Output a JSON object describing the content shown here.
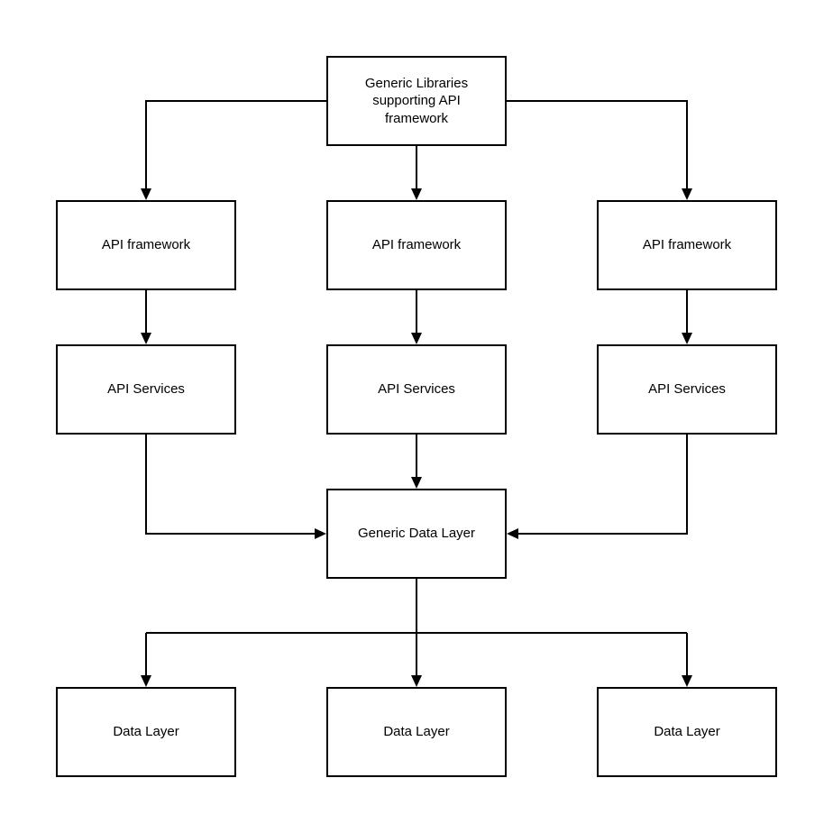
{
  "style": {
    "background": "#ffffff",
    "node_fill": "#ffffff",
    "stroke_color": "#000000",
    "text_color": "#000000"
  },
  "nodes": {
    "generic_libraries": {
      "label": "Generic Libraries supporting API framework"
    },
    "api_framework_left": {
      "label": "API framework"
    },
    "api_framework_center": {
      "label": "API framework"
    },
    "api_framework_right": {
      "label": "API framework"
    },
    "api_services_left": {
      "label": "API Services"
    },
    "api_services_center": {
      "label": "API Services"
    },
    "api_services_right": {
      "label": "API Services"
    },
    "generic_data_layer": {
      "label": "Generic Data Layer"
    },
    "data_layer_left": {
      "label": "Data Layer"
    },
    "data_layer_center": {
      "label": "Data Layer"
    },
    "data_layer_right": {
      "label": "Data Layer"
    }
  },
  "edges": [
    {
      "from": "generic_libraries",
      "to": "api_framework_left"
    },
    {
      "from": "generic_libraries",
      "to": "api_framework_center"
    },
    {
      "from": "generic_libraries",
      "to": "api_framework_right"
    },
    {
      "from": "api_framework_left",
      "to": "api_services_left"
    },
    {
      "from": "api_framework_center",
      "to": "api_services_center"
    },
    {
      "from": "api_framework_right",
      "to": "api_services_right"
    },
    {
      "from": "api_services_left",
      "to": "generic_data_layer"
    },
    {
      "from": "api_services_center",
      "to": "generic_data_layer"
    },
    {
      "from": "api_services_right",
      "to": "generic_data_layer"
    },
    {
      "from": "generic_data_layer",
      "to": "data_layer_left"
    },
    {
      "from": "generic_data_layer",
      "to": "data_layer_center"
    },
    {
      "from": "generic_data_layer",
      "to": "data_layer_right"
    }
  ]
}
